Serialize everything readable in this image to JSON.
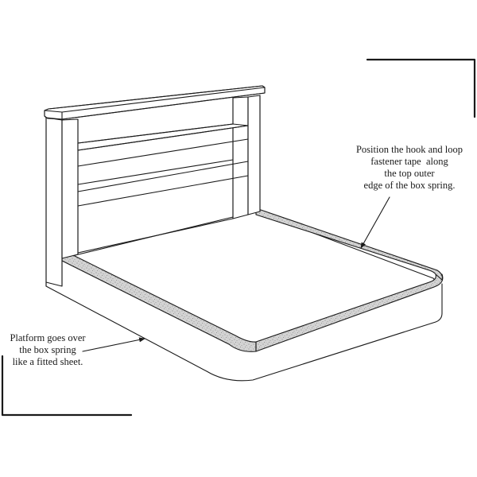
{
  "diagram": {
    "subject": "Platform bed with headboard and box spring cover",
    "colors": {
      "background": "#ffffff",
      "line": "#1a1a1a",
      "texture_fill": "#d4d4d4",
      "texture_dot": "#8a8a8a"
    },
    "callouts": [
      {
        "id": "hook-loop",
        "lines": [
          "Position the hook and loop",
          "fastener tape  along",
          "the top outer",
          "edge of the box spring."
        ],
        "arrow_target": "top outer edge of box spring (right side)"
      },
      {
        "id": "platform",
        "lines": [
          "Platform goes over",
          "the box spring",
          "like a fitted sheet."
        ],
        "arrow_target": "outer side of platform (front-left)"
      }
    ],
    "parts": [
      "headboard-cap",
      "headboard-left-post",
      "headboard-right-post",
      "headboard-upper-shelf",
      "headboard-lower-shelf",
      "box-spring-top",
      "hook-loop-tape-edge",
      "platform-cover-side",
      "corner-bracket-top-right",
      "corner-bracket-bottom-left"
    ]
  }
}
